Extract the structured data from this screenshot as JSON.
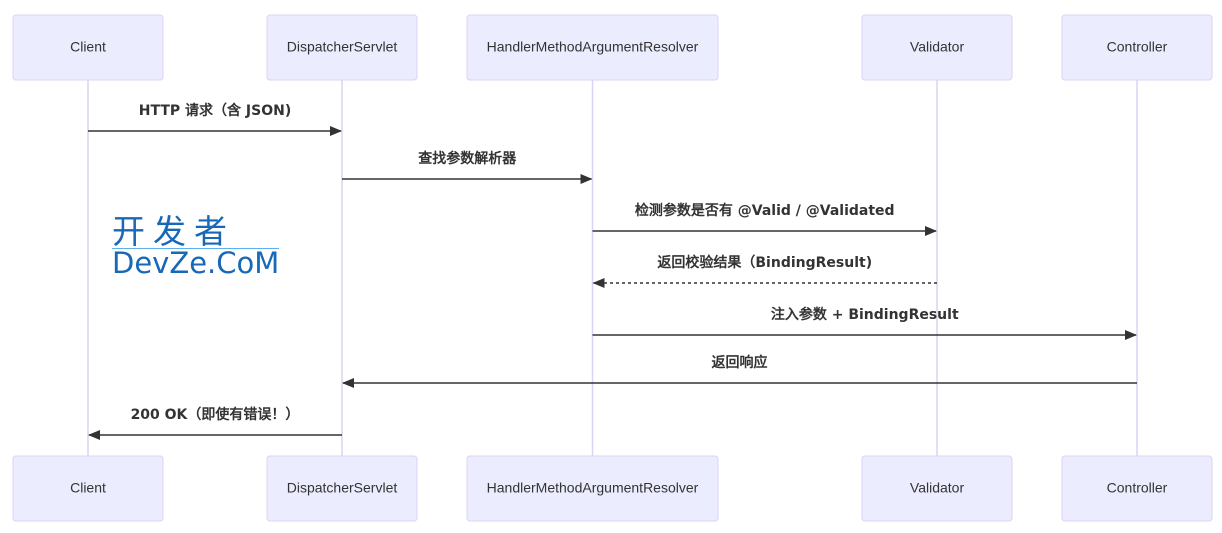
{
  "participants": [
    {
      "id": "client",
      "label": "Client"
    },
    {
      "id": "dispatcher",
      "label": "DispatcherServlet"
    },
    {
      "id": "resolver",
      "label": "HandlerMethodArgumentResolver"
    },
    {
      "id": "validator",
      "label": "Validator"
    },
    {
      "id": "controller",
      "label": "Controller"
    }
  ],
  "messages": [
    {
      "from": "client",
      "to": "dispatcher",
      "label": "HTTP 请求（含 JSON)",
      "style": "solid"
    },
    {
      "from": "dispatcher",
      "to": "resolver",
      "label": "查找参数解析器",
      "style": "solid"
    },
    {
      "from": "resolver",
      "to": "validator",
      "label": "检测参数是否有 @Valid / @Validated",
      "style": "solid"
    },
    {
      "from": "validator",
      "to": "resolver",
      "label": "返回校验结果（BindingResult)",
      "style": "dashed"
    },
    {
      "from": "resolver",
      "to": "controller",
      "label": "注入参数 + BindingResult",
      "style": "solid"
    },
    {
      "from": "controller",
      "to": "dispatcher",
      "label": "返回响应",
      "style": "solid"
    },
    {
      "from": "dispatcher",
      "to": "client",
      "label": "200 OK（即使有错误！）",
      "style": "solid"
    }
  ],
  "colors": {
    "box_fill": "#ECECFF",
    "box_stroke": "#DCD2F5",
    "line": "#333333"
  },
  "watermark": {
    "cn": "开发者",
    "en": "DevZe.CoM"
  }
}
